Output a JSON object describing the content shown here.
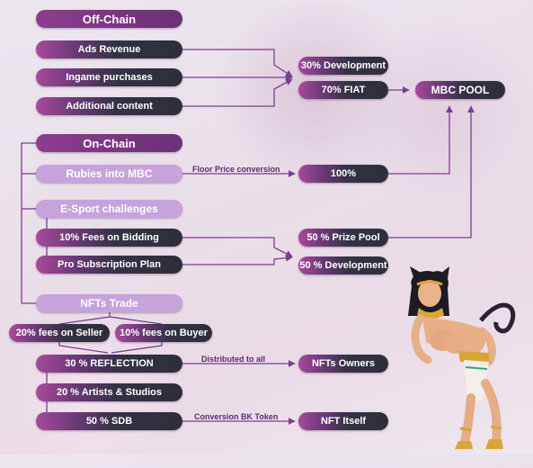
{
  "off_chain": {
    "header": "Off-Chain",
    "sources": [
      "Ads Revenue",
      "Ingame purchases",
      "Additional content"
    ],
    "development": "30% Development",
    "fiat": "70% FIAT",
    "pool": "MBC POOL"
  },
  "on_chain": {
    "header": "On-Chain",
    "rubies": "Rubies into MBC",
    "floor_label": "Floor Price conversion",
    "hundred": "100%",
    "esport": "E-Sport challenges",
    "fees_bidding": "10% Fees on Bidding",
    "pro_sub": "Pro Subscription Plan",
    "prize_pool": "50 % Prize Pool",
    "dev50": "50 % Development"
  },
  "nfts": {
    "header": "NFTs Trade",
    "seller": "20% fees on Seller",
    "buyer": "10% fees on Buyer",
    "reflection": "30 % REFLECTION",
    "distributed_label": "Distributed to all",
    "owners": "NFTs Owners",
    "artists": "20 % Artists & Studios",
    "sdb": "50 % SDB",
    "conversion_label": "Conversion BK Token",
    "itself": "NFT Itself"
  },
  "colors": {
    "line": "#7a3f8e",
    "accent": "#8e3d8e",
    "light_pill": "#c9a6de"
  }
}
